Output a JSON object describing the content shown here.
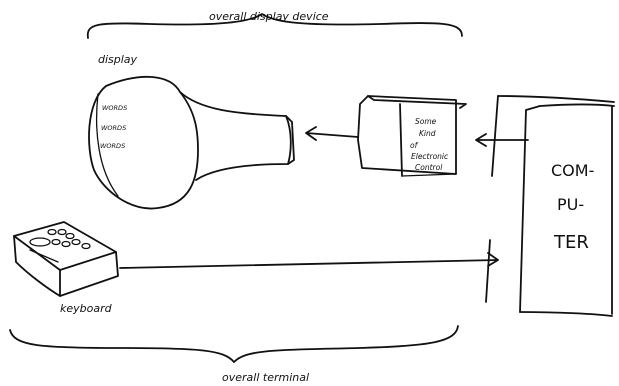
{
  "labels": {
    "top_brace": "overall display device",
    "bottom_brace": "overall terminal",
    "display": "display",
    "keyboard": "keyboard"
  },
  "screen_text": [
    "WORDS",
    "WORDS",
    "WORDS"
  ],
  "control_box": [
    "Some",
    "Kind",
    "of",
    "Electronic",
    "Control"
  ],
  "computer": [
    "COM-",
    "PU-",
    "TER"
  ]
}
